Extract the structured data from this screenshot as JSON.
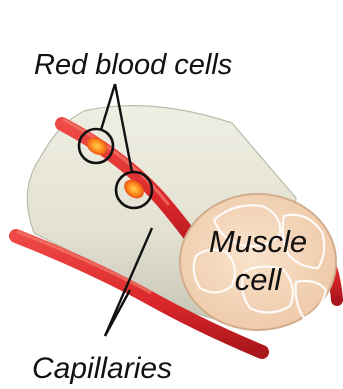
{
  "labels": {
    "red_blood_cells": "Red blood cells",
    "muscle_cell_line1": "Muscle",
    "muscle_cell_line2": "cell",
    "capillaries": "Capillaries"
  },
  "colors": {
    "capillary_red": "#d8262a",
    "capillary_dark": "#b51a1f",
    "blood_cell_orange": "#ff7a1a",
    "muscle_body": "#e7e6d8",
    "muscle_shadow": "#c9c8b8",
    "muscle_end_face": "#f4d8bd",
    "muscle_end_lines": "#ffffff",
    "leader_lines": "#111111"
  }
}
